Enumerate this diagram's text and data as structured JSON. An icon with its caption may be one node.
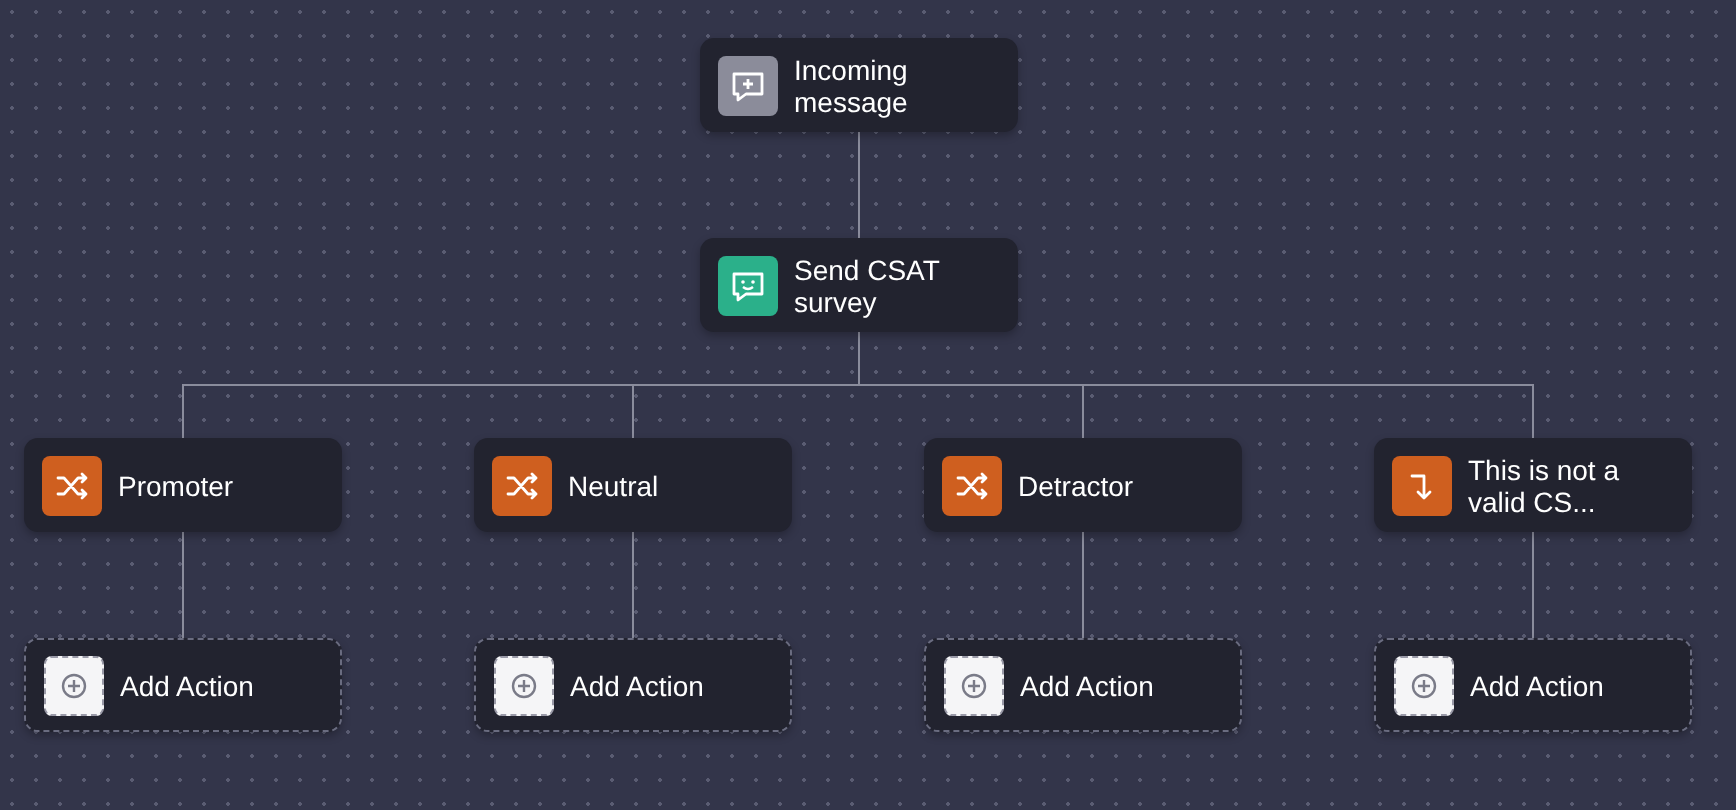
{
  "diagram": {
    "nodes": [
      {
        "text": [
          "Incoming message"
        ]
      },
      {
        "text": [
          "Send CSAT survey"
        ]
      },
      {
        "text": [
          "Promoter"
        ]
      },
      {
        "text": [
          "Neutral"
        ]
      },
      {
        "text": [
          "Detractor"
        ]
      },
      {
        "text": [
          "This is not a valid CS..."
        ]
      },
      {
        "text": [
          "Add Action"
        ]
      },
      {
        "text": [
          "Add Action"
        ]
      },
      {
        "text": [
          "Add Action"
        ]
      },
      {
        "text": [
          "Add Action"
        ]
      }
    ],
    "edges": [
      {
        "from": 0,
        "to": 1,
        "arrow": "none"
      },
      {
        "from": 1,
        "to": 2,
        "arrow": "none"
      },
      {
        "from": 1,
        "to": 3,
        "arrow": "none"
      },
      {
        "from": 1,
        "to": 4,
        "arrow": "none"
      },
      {
        "from": 1,
        "to": 5,
        "arrow": "none"
      },
      {
        "from": 2,
        "to": 6,
        "arrow": "none"
      },
      {
        "from": 3,
        "to": 7,
        "arrow": "none"
      },
      {
        "from": 4,
        "to": 8,
        "arrow": "none"
      },
      {
        "from": 5,
        "to": 9,
        "arrow": "none"
      }
    ]
  }
}
